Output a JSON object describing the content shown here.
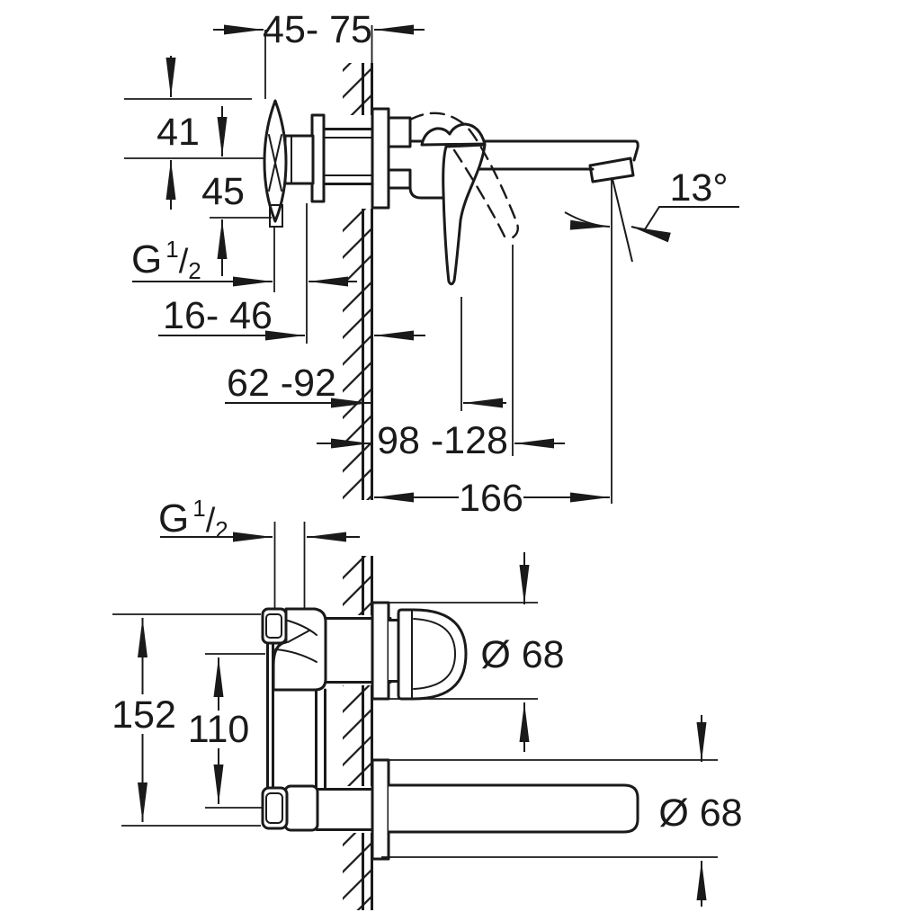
{
  "canvas": {
    "background": "#ffffff",
    "line_color": "#1a1a1a"
  },
  "side_view": {
    "dim_45_75": "45- 75",
    "dim_41": "41",
    "dim_45": "45",
    "thread_label": {
      "plain": "G 1/2",
      "g": "G",
      "num": "1",
      "slash": "/",
      "den": "2"
    },
    "dim_16_46": "16- 46",
    "dim_62_92": "62 -92",
    "dim_98_128": "98 -128",
    "dim_166": "166",
    "angle_13": "13°"
  },
  "plan_view": {
    "thread_label": {
      "plain": "G 1/2",
      "g": "G",
      "num": "1",
      "slash": "/",
      "den": "2"
    },
    "dim_152": "152",
    "dim_110": "110",
    "dia_68_handle": "Ø 68",
    "dia_68_spout": "Ø 68"
  }
}
